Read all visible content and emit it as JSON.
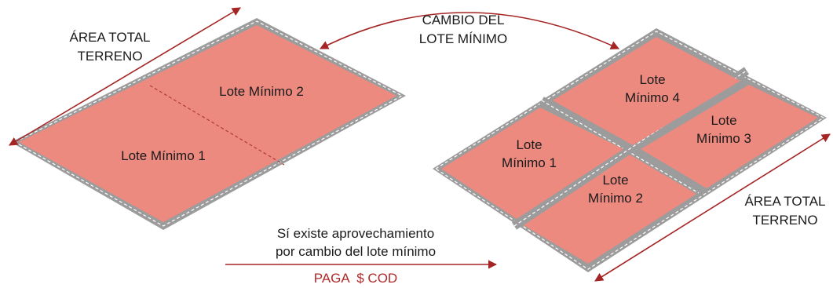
{
  "colors": {
    "plot_fill": "#ec8a80",
    "road_gray": "#9c9c9c",
    "road_dash": "#ffffff",
    "arrow_red": "#a52525",
    "text_dark": "#1a1a1a",
    "text_red": "#b02a2a"
  },
  "left": {
    "area_label_line1": "ÁREA TOTAL",
    "area_label_line2": "TERRENO",
    "lot_1": "Lote Mínimo 1",
    "lot_2": "Lote Mínimo 2"
  },
  "top": {
    "change_line1": "CAMBIO DEL",
    "change_line2": "LOTE MÍNIMO"
  },
  "bottom": {
    "benefit_line1": "Sí existe aprovechamiento",
    "benefit_line2": "por cambio del lote mínimo",
    "pays": "PAGA  $ COD"
  },
  "right": {
    "lot_1_line1": "Lote",
    "lot_1_line2": "Mínimo 1",
    "lot_2_line1": "Lote",
    "lot_2_line2": "Mínimo 2",
    "lot_3_line1": "Lote",
    "lot_3_line2": "Mínimo 3",
    "lot_4_line1": "Lote",
    "lot_4_line2": "Mínimo 4",
    "area_label_line1": "ÁREA TOTAL",
    "area_label_line2": "TERRENO"
  }
}
